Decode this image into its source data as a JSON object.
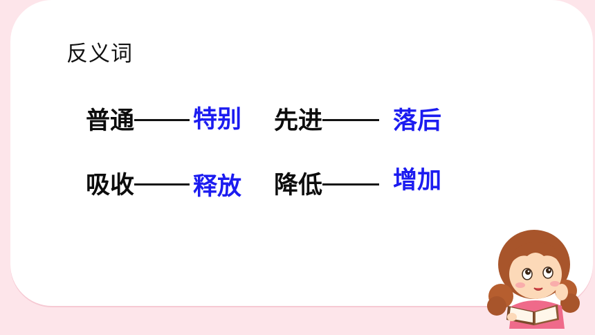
{
  "slide": {
    "title": "反义词",
    "pairs": [
      {
        "word": "普通",
        "answer": "特别"
      },
      {
        "word": "先进",
        "answer": "落后"
      },
      {
        "word": "吸收",
        "answer": "释放"
      },
      {
        "word": "降低",
        "answer": "增加"
      }
    ]
  },
  "illustration": {
    "icon": "girl-reading-book-icon"
  },
  "colors": {
    "background": "#fde5ea",
    "answer": "#1c1cf0",
    "text": "#0d0d0d"
  }
}
